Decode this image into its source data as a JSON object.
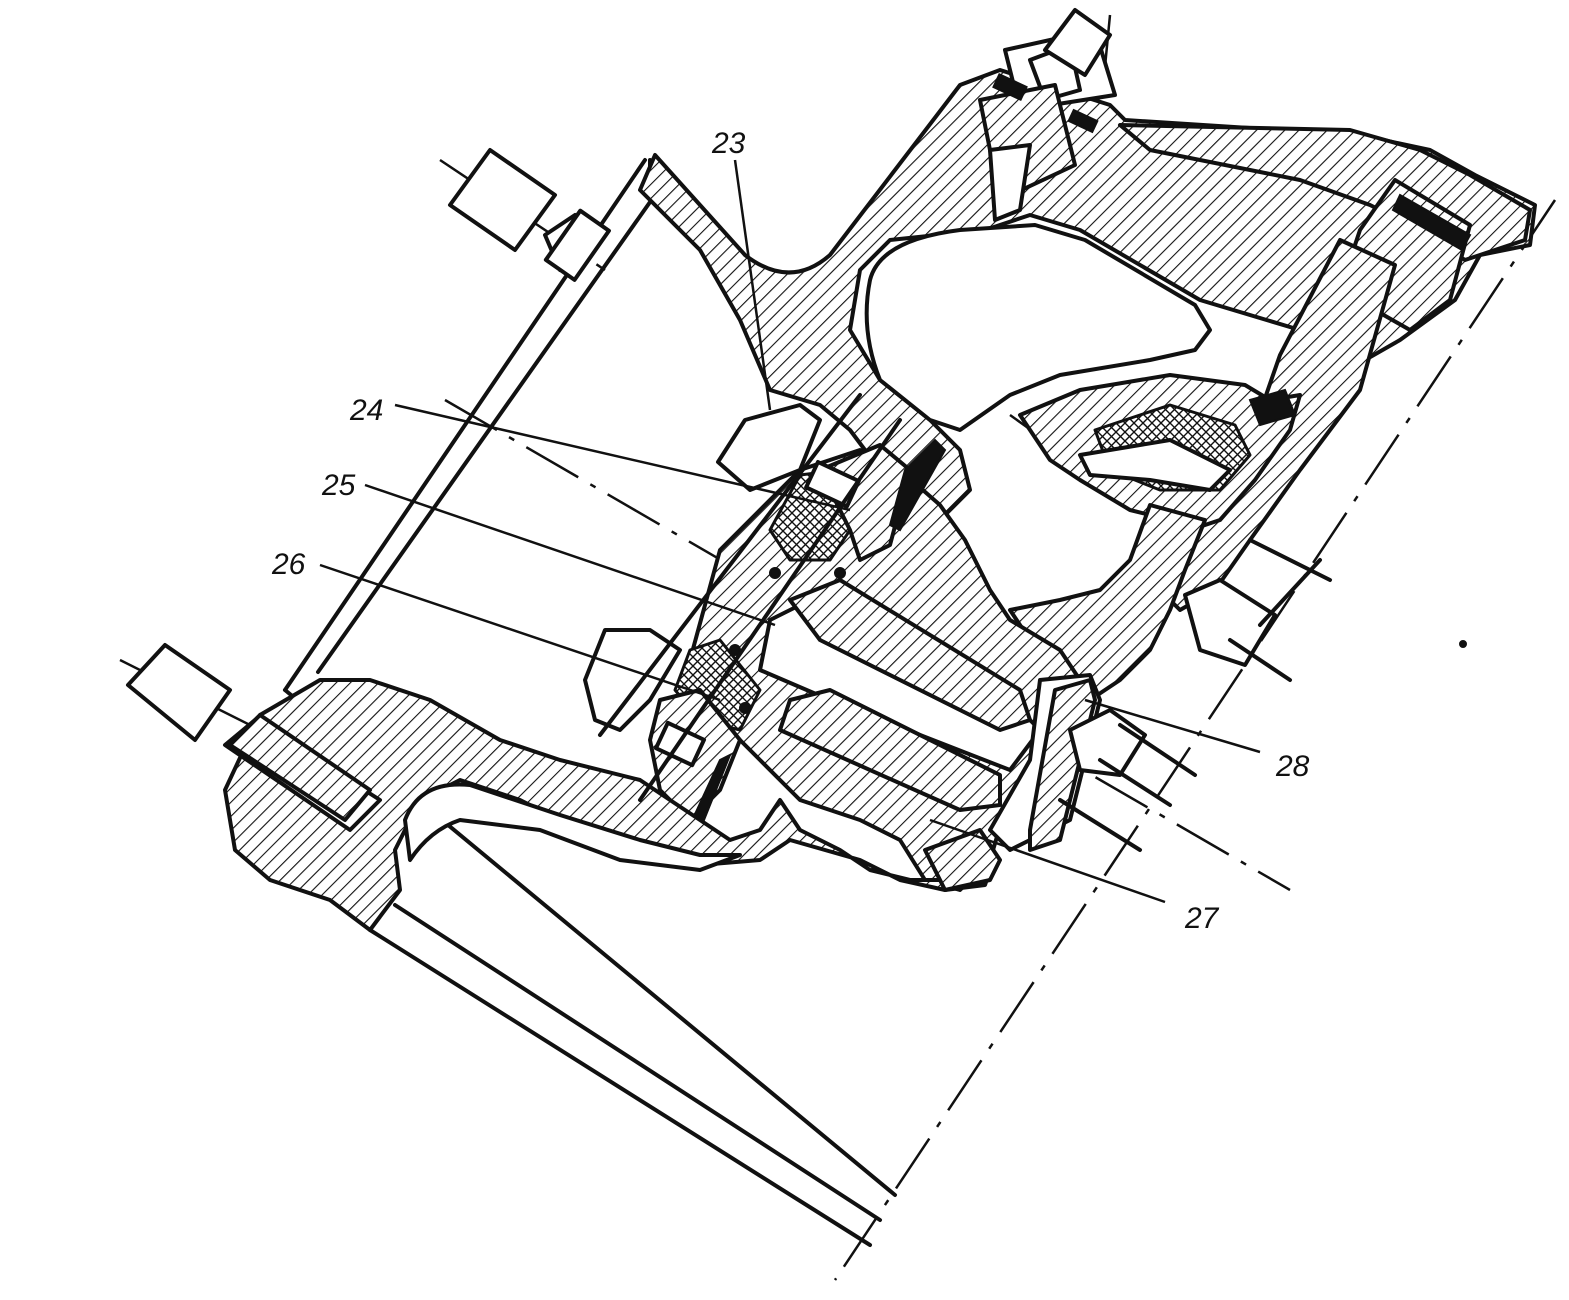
{
  "labels": {
    "l23": "23",
    "l24": "24",
    "l25": "25",
    "l26": "26",
    "l27": "27",
    "l28": "28"
  },
  "colors": {
    "ink": "#111111",
    "paper": "#ffffff"
  }
}
